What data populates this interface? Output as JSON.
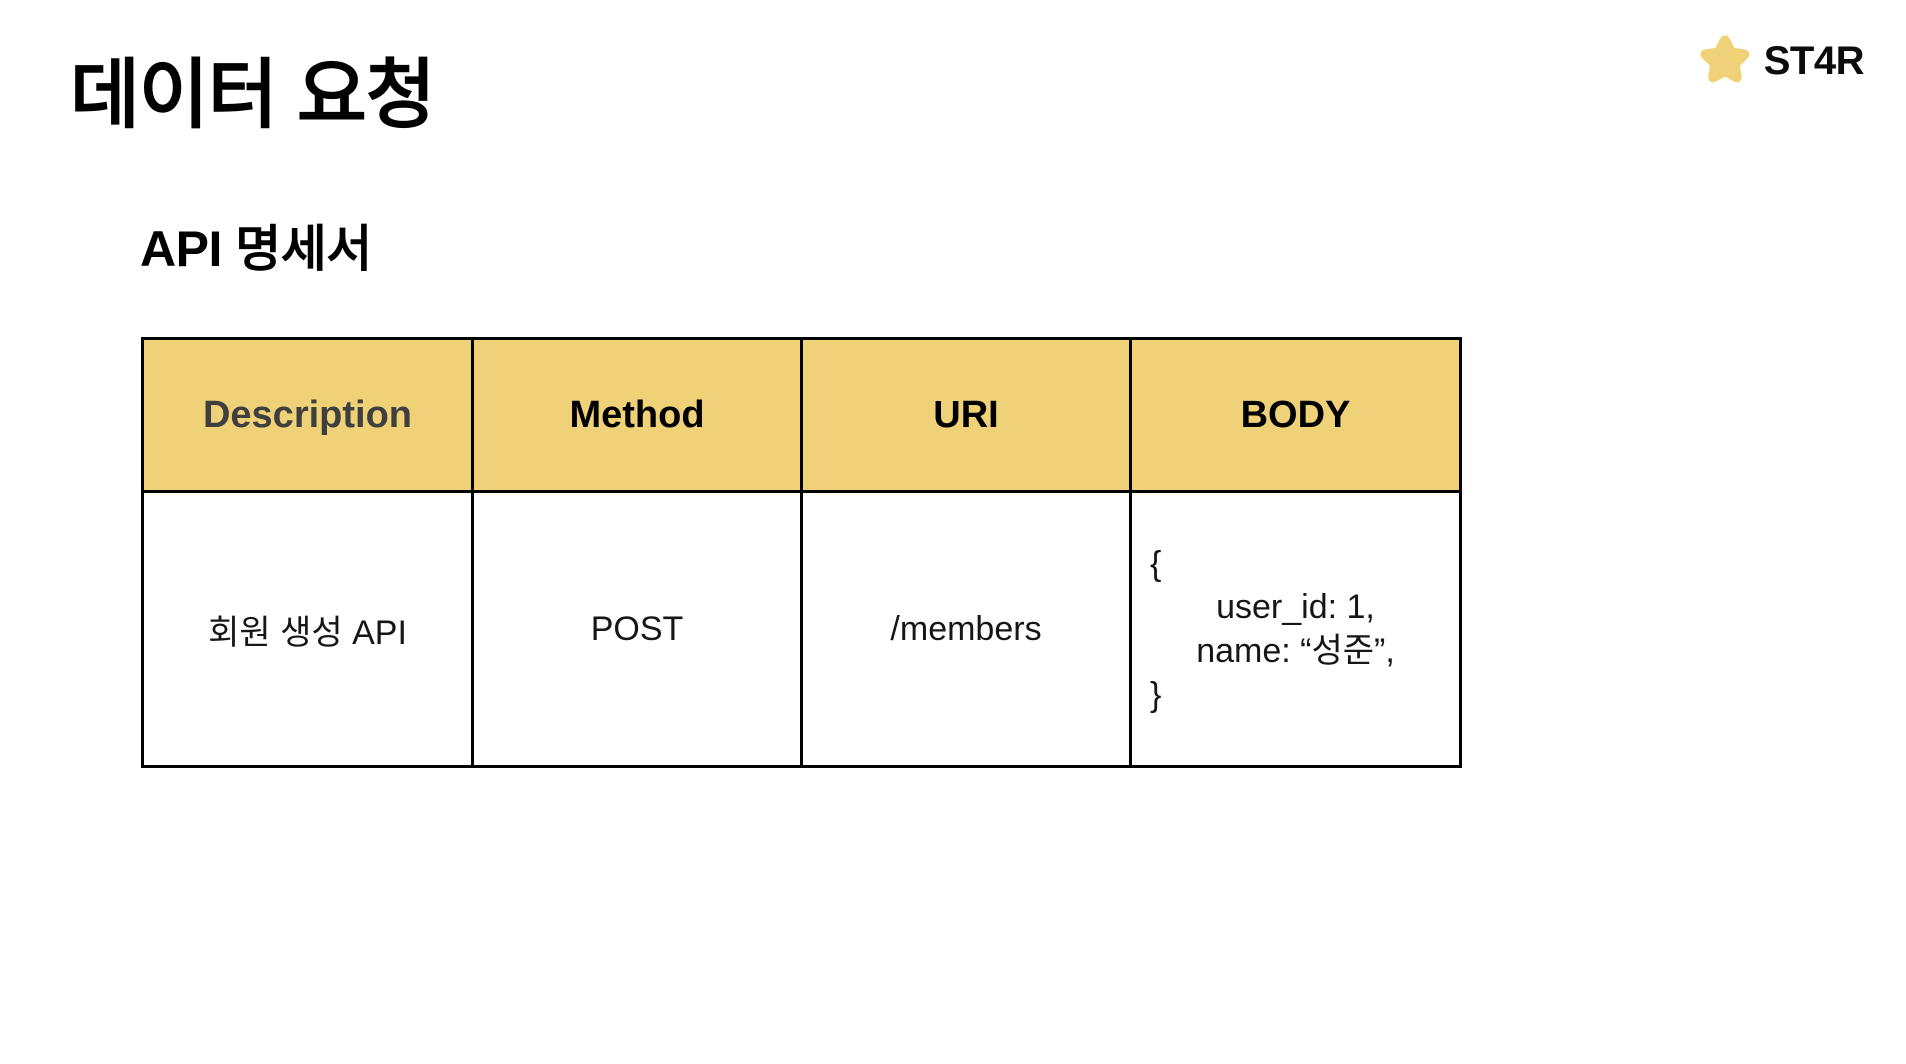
{
  "slide": {
    "title": "데이터 요청",
    "section_heading": "API 명세서",
    "background_color": "#ffffff"
  },
  "brand": {
    "name": "ST4R",
    "star_icon": "star-icon",
    "star_color": "#efd177",
    "text_color": "#0c0c0c"
  },
  "table": {
    "header_background": "#efd177",
    "border_color": "#000000",
    "columns": [
      {
        "label": "Description",
        "color": "#3f3f3f"
      },
      {
        "label": "Method",
        "color": "#000000"
      },
      {
        "label": "URI",
        "color": "#000000"
      },
      {
        "label": "BODY",
        "color": "#000000"
      }
    ],
    "rows": [
      {
        "description": "회원 생성 API",
        "method": "POST",
        "uri": "/members",
        "body": {
          "open_brace": "{",
          "lines": [
            "user_id: 1,",
            "name: “성준”,"
          ],
          "close_brace": "}"
        }
      }
    ]
  }
}
